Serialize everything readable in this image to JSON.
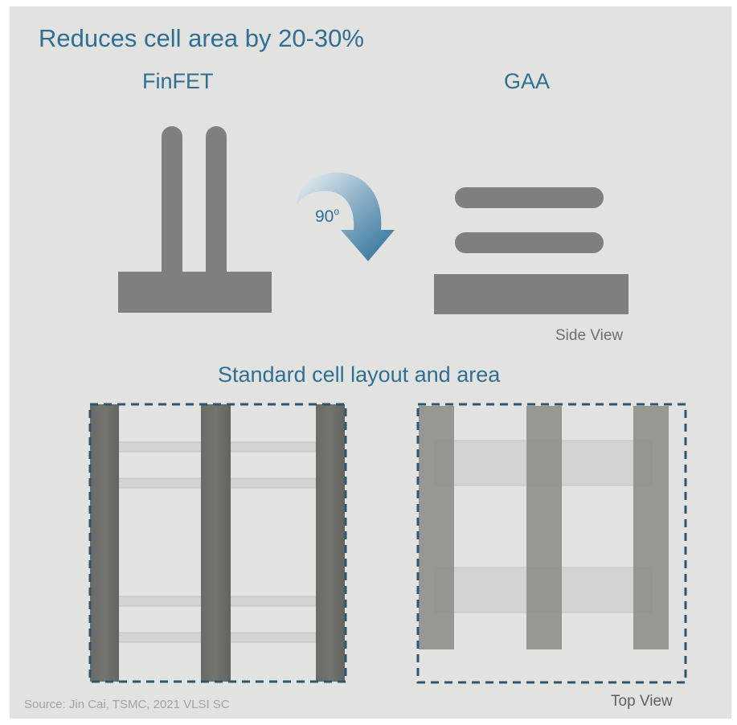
{
  "title": "Reduces cell area by 20-30%",
  "finfet_label": "FinFET",
  "gaa_label": "GAA",
  "rotation": {
    "value": "90",
    "superscript": "o"
  },
  "side_view_label": "Side View",
  "section_title": "Standard cell layout and area",
  "top_view_label": "Top View",
  "source": "Source: Jin Cai, TSMC, 2021 VLSI SC",
  "colors": {
    "title_blue": "#2e6f93",
    "structure_gray": "#7f7f7f",
    "gate_gray_dark": "#6c6c68",
    "gate_gray_light": "#8c8d88",
    "dashed_border": "#2a5872",
    "arrow_light": "#e6eef3",
    "arrow_dark": "#2d7099"
  },
  "icons": {
    "rotation_arrow": "curved-arrow-down-icon"
  }
}
